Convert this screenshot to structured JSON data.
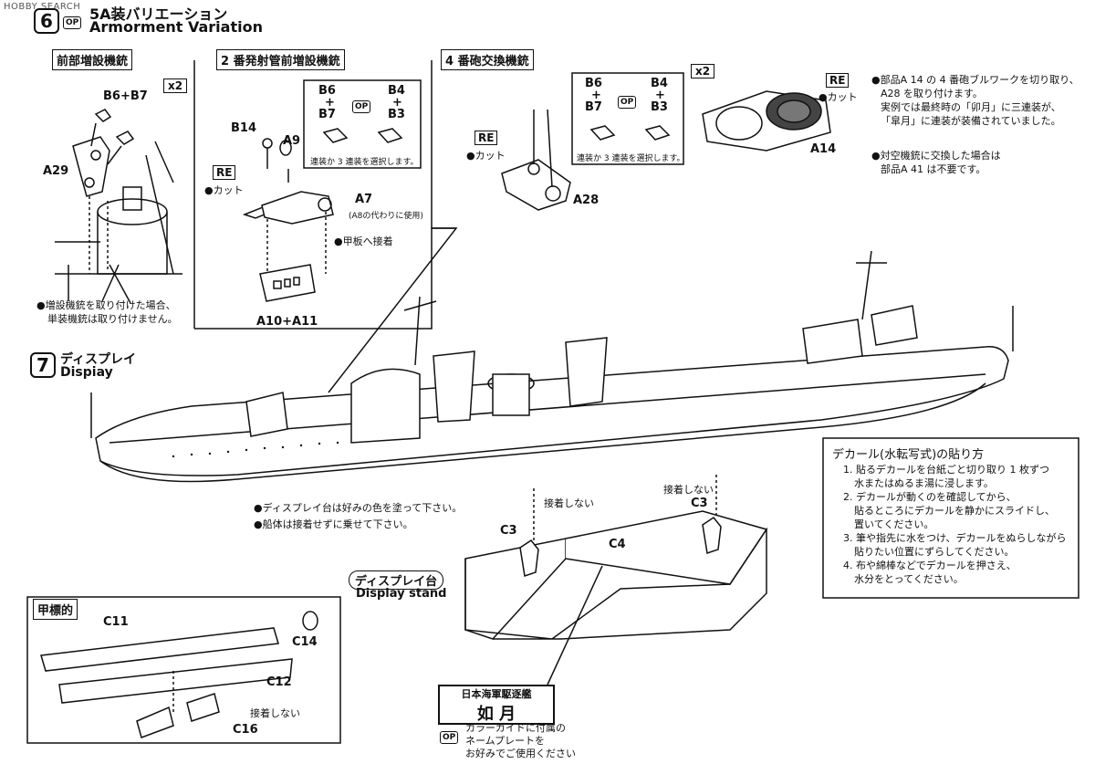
{
  "watermark": "HOBBY SEARCH",
  "step6": {
    "number": "6",
    "op": "OP",
    "title_jp": "5A装バリエーション",
    "title_en": "Armorment Variation",
    "panel1": {
      "title": "前部増設機銃",
      "multiplier": "x2",
      "part_b6b7": "B6+B7",
      "part_a29": "A29",
      "note_line1": "●増設機銃を取り付けた場合、",
      "note_line2": "単装機銃は取り付けません。"
    },
    "panel2": {
      "title": "2 番発射管前増設機銃",
      "b14": "B14",
      "a9": "A9",
      "re": "RE",
      "cut": "●カット",
      "a7": "A7",
      "a7_note": "(A8の代わりに使用)",
      "deck_glue": "●甲板へ接着",
      "a10a11": "A10+A11",
      "option_b6": "B6",
      "option_plus1": "+",
      "option_b7": "B7",
      "option_b4": "B4",
      "option_plus2": "+",
      "option_b3": "B3",
      "option_op": "OP",
      "option_note": "連装か 3 連装を選択します。"
    },
    "panel3": {
      "title": "4 番砲交換機銃",
      "re": "RE",
      "cut": "●カット",
      "a28": "A28",
      "option_b6": "B6",
      "option_plus1": "+",
      "option_b7": "B7",
      "option_b4": "B4",
      "option_plus2": "+",
      "option_b3": "B3",
      "option_op": "OP",
      "option_note": "連装か 3 連装を選択します。"
    },
    "panel4": {
      "multiplier": "x2",
      "re": "RE",
      "cut": "●カット",
      "a14": "A14",
      "note1_line1": "●部品A 14 の 4 番砲ブルワークを切り取り、",
      "note1_line2": "A28 を取り付けます。",
      "note1_line3": "実例では最終時の「卯月」に三連装が、",
      "note1_line4": "「皐月」に連装が装備されていました。",
      "note2_line1": "●対空機銃に交換した場合は",
      "note2_line2": "部品A 41 は不要です。"
    }
  },
  "step7": {
    "number": "7",
    "title_jp": "ディスプレイ",
    "title_en": "Dispiay",
    "note1": "●ディスプレイ台は好みの色を塗って下さい。",
    "note2": "●船体は接着せずに乗せて下さい。",
    "no_glue": "接着しない",
    "c3_left": "C3",
    "c3_right": "C3",
    "c4": "C4",
    "stand_jp": "ディスプレイ台",
    "stand_en": "Display stand",
    "nameplate_line1": "日本海軍駆逐艦",
    "nameplate_line2": "如 月",
    "op": "OP",
    "nameplate_note1": "カラーガイドに付属の",
    "nameplate_note2": "ネームプレートを",
    "nameplate_note3": "お好みでご使用ください"
  },
  "target_box": {
    "title": "甲標的",
    "c11": "C11",
    "c14": "C14",
    "c12": "C12",
    "c16": "C16",
    "no_glue": "接着しない"
  },
  "decal": {
    "title": "デカール(水転写式)の貼り方",
    "items": [
      "1. 貼るデカールを台紙ごと切り取り 1 枚ずつ",
      "水またはぬるま湯に浸します。",
      "2. デカールが動くのを確認してから、",
      "貼るところにデカールを静かにスライドし、",
      "置いてください。",
      "3. 筆や指先に水をつけ、デカールをぬらしながら",
      "貼りたい位置にずらしてください。",
      "4. 布や綿棒などでデカールを押さえ、",
      "水分をとってください。"
    ]
  }
}
